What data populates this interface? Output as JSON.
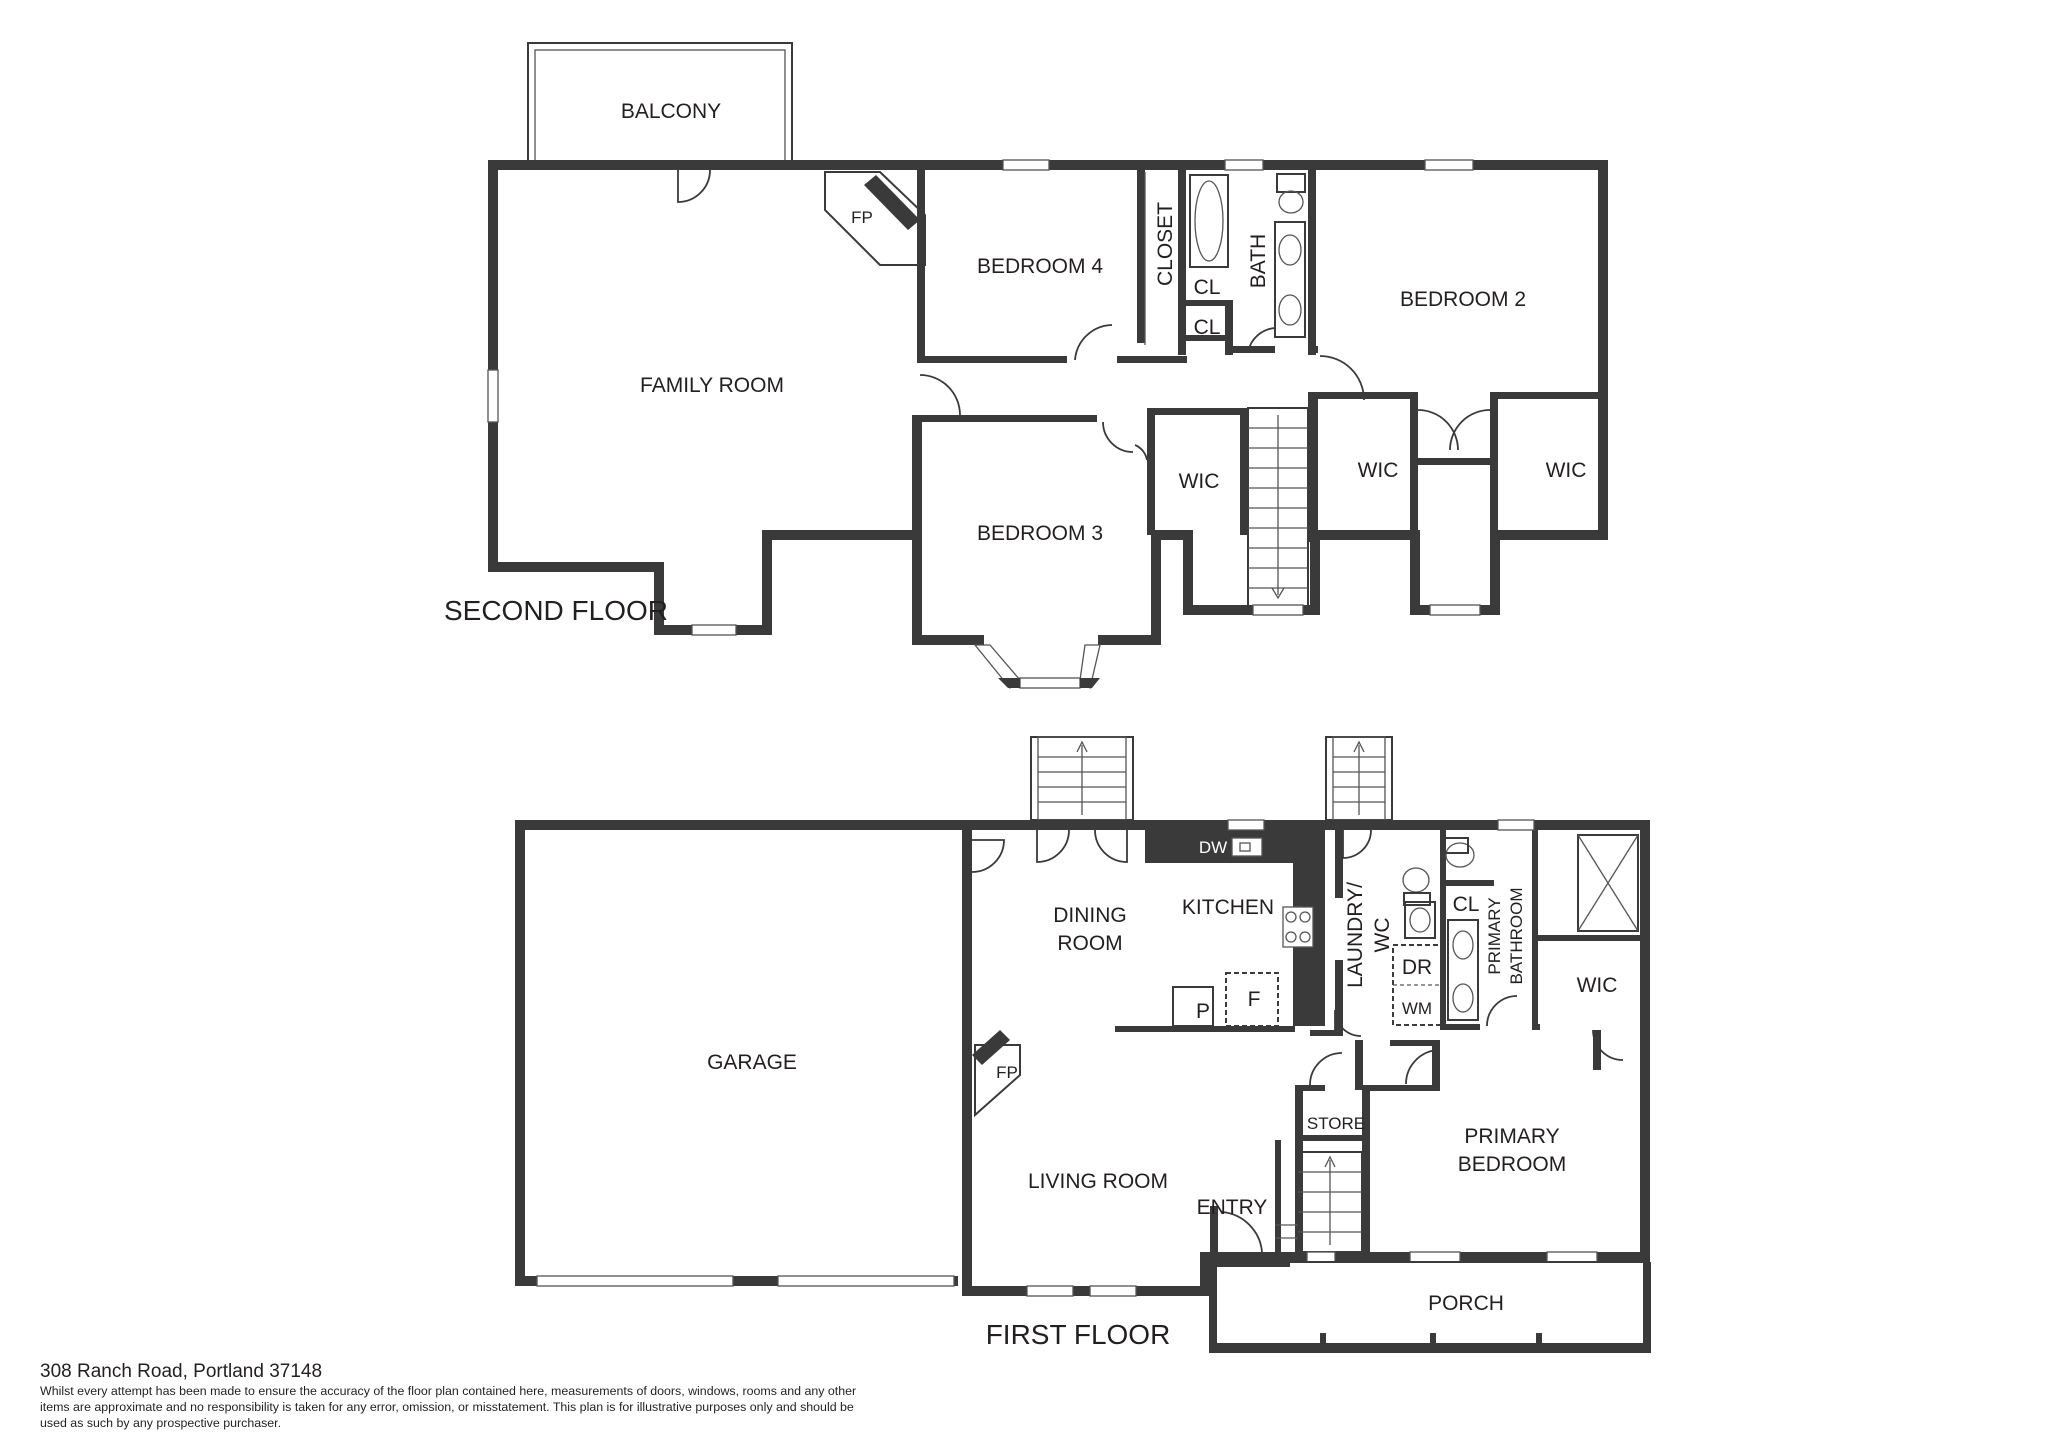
{
  "floors": {
    "second": {
      "label": "SECOND FLOOR",
      "rooms": {
        "balcony": "BALCONY",
        "family_room": "FAMILY ROOM",
        "fireplace": "FP",
        "bedroom4": "BEDROOM 4",
        "closet": "CLOSET",
        "cl_top": "CL",
        "cl_bottom": "CL",
        "bath": "BATH",
        "bedroom2": "BEDROOM 2",
        "bedroom3": "BEDROOM 3",
        "wic_center": "WIC",
        "wic_left": "WIC",
        "wic_right": "WIC"
      }
    },
    "first": {
      "label": "FIRST FLOOR",
      "rooms": {
        "garage": "GARAGE",
        "dining_1": "DINING",
        "dining_2": "ROOM",
        "kitchen": "KITCHEN",
        "dishwasher": "DW",
        "pantry": "P",
        "fridge": "F",
        "laundry_1": "LAUNDRY/",
        "laundry_2": "WC",
        "dryer": "DR",
        "washer": "WM",
        "cl": "CL",
        "primary_bath_1": "PRIMARY",
        "primary_bath_2": "BATHROOM",
        "wic": "WIC",
        "fireplace": "FP",
        "store": "STORE",
        "living_room": "LIVING ROOM",
        "entry": "ENTRY",
        "primary_bed_1": "PRIMARY",
        "primary_bed_2": "BEDROOM",
        "porch": "PORCH"
      }
    }
  },
  "footer": {
    "address": "308 Ranch Road, Portland 37148",
    "disclaimer": "Whilst every attempt has been made to ensure the accuracy of the floor plan contained here, measurements of doors, windows, rooms and any other items are approximate and no responsibility is taken for any error, omission, or misstatement. This plan is for illustrative purposes only and should be used as such by any prospective purchaser."
  }
}
